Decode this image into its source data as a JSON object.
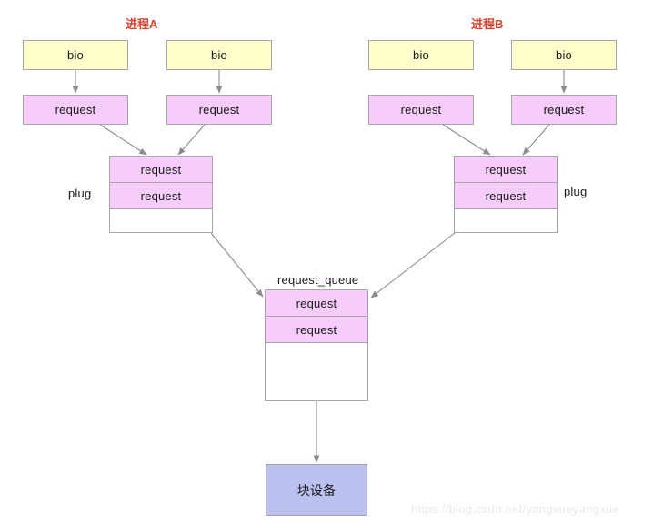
{
  "diagram": {
    "title_a": "进程A",
    "title_b": "进程B",
    "labels": {
      "bio": "bio",
      "request": "request",
      "plug_left": "plug",
      "plug_right": "plug",
      "request_queue": "request_queue",
      "block_device": "块设备"
    },
    "colors": {
      "bio_fill": "#ffffcc",
      "request_fill": "#f5ccfa",
      "device_fill": "#bcc2f0",
      "empty_fill": "#ffffff",
      "stroke": "#a6a6a6",
      "title_red": "#d9412b",
      "text": "#1a1a1a",
      "watermark": "#ebebeb"
    },
    "process_a": {
      "title": "进程A",
      "bios": [
        "bio",
        "bio"
      ],
      "requests": [
        "request",
        "request"
      ],
      "plug_label": "plug",
      "plug_items": [
        "request",
        "request"
      ],
      "plug_empty_slots": 1
    },
    "process_b": {
      "title": "进程B",
      "bios": [
        "bio",
        "bio"
      ],
      "requests": [
        "request",
        "request"
      ],
      "plug_label": "plug",
      "plug_items": [
        "request",
        "request"
      ],
      "plug_empty_slots": 1
    },
    "queue": {
      "label": "request_queue",
      "items": [
        "request",
        "request"
      ],
      "empty_slots": 2
    },
    "device": {
      "label": "块设备"
    },
    "watermark": "https://blog.csdn.net/yangxueyangxue"
  }
}
